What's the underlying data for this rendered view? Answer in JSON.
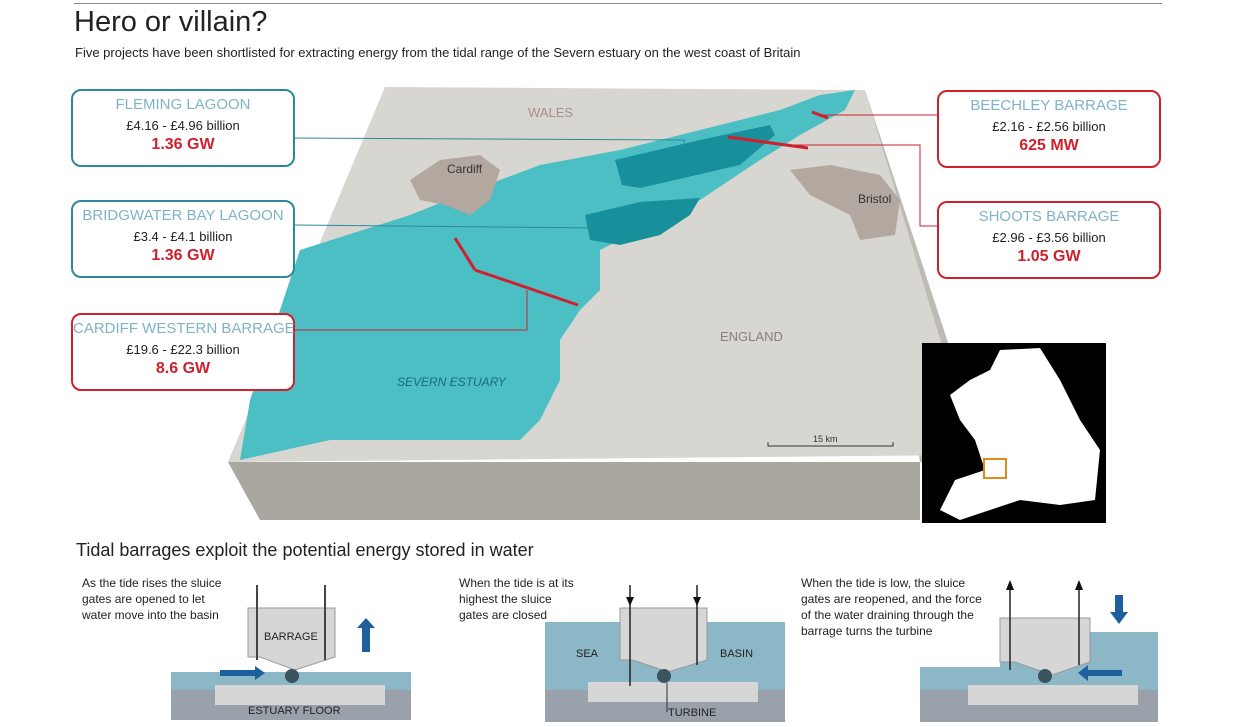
{
  "header": {
    "title": "Hero or villain?",
    "subtitle": "Five projects have been shortlisted for extracting energy from the tidal range of the Severn estuary on the west coast of Britain"
  },
  "projects": [
    {
      "name": "FLEMING LAGOON",
      "cost": "£4.16 - £4.96 billion",
      "power": "1.36 GW"
    },
    {
      "name": "BRIDGWATER BAY LAGOON",
      "cost": "£3.4 - £4.1 billion",
      "power": "1.36 GW"
    },
    {
      "name": "CARDIFF WESTERN BARRAGE",
      "cost": "£19.6 - £22.3 billion",
      "power": "8.6 GW"
    },
    {
      "name": "BEECHLEY BARRAGE",
      "cost": "£2.16 - £2.56 billion",
      "power": "625 MW"
    },
    {
      "name": "SHOOTS BARRAGE",
      "cost": "£2.96 - £3.56 billion",
      "power": "1.05 GW"
    }
  ],
  "map": {
    "wales": "WALES",
    "england": "ENGLAND",
    "cardiff": "Cardiff",
    "bristol": "Bristol",
    "estuary": "SEVERN ESTUARY",
    "scale": "15 km"
  },
  "diagram": {
    "heading": "Tidal barrages exploit the potential energy stored in water",
    "step1": "As the tide rises the sluice gates are opened to let water move into the basin",
    "step2": "When the tide is at its highest the sluice gates are closed",
    "step3": "When the tide is low, the sluice gates are reopened, and the force of the water draining through the barrage turns the turbine",
    "barrage": "BARRAGE",
    "floor": "ESTUARY FLOOR",
    "sea": "SEA",
    "basin": "BASIN",
    "turbine": "TURBINE"
  },
  "colors": {
    "water": "#4bbfc4",
    "lagoon": "#17909b",
    "land": "#d8d6d0",
    "red": "#d0202e",
    "teal": "#2b8a9a",
    "arrow": "#1e5f9e"
  }
}
